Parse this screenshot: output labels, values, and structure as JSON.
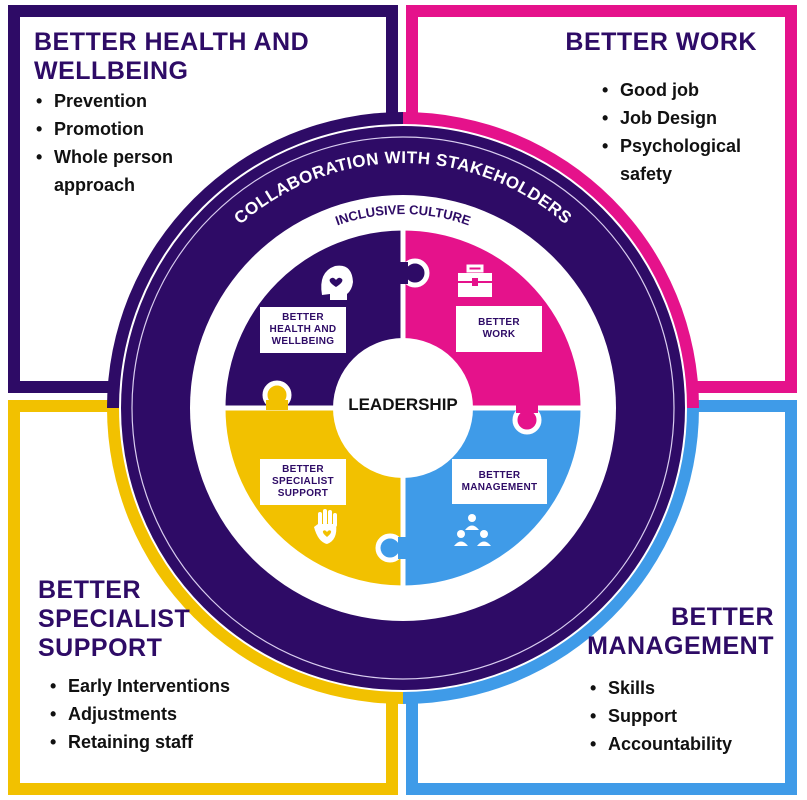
{
  "colors": {
    "purple": "#2e0b66",
    "pink": "#e5128b",
    "yellow": "#f2c100",
    "blue": "#3f9be8"
  },
  "corners": {
    "health": {
      "title_lines": [
        "BETTER HEALTH AND",
        "WELLBEING"
      ],
      "items": [
        "Prevention",
        "Promotion",
        "Whole person",
        "approach"
      ]
    },
    "work": {
      "title_lines": [
        "BETTER WORK"
      ],
      "items": [
        "Good job",
        "Job Design",
        "Psychological",
        "safety"
      ]
    },
    "specialist": {
      "title_lines": [
        "BETTER",
        "SPECIALIST",
        "SUPPORT"
      ],
      "items": [
        "Early Interventions",
        "Adjustments",
        "Retaining staff"
      ]
    },
    "management": {
      "title_lines": [
        "BETTER",
        "MANAGEMENT"
      ],
      "items": [
        "Skills",
        "Support",
        "Accountability"
      ]
    }
  },
  "rings": {
    "outer": "COLLABORATION WITH STAKEHOLDERS",
    "inner": "INCLUSIVE CULTURE"
  },
  "center": "LEADERSHIP",
  "pieces": {
    "health": {
      "lines": [
        "BETTER",
        "HEALTH AND",
        "WELLBEING"
      ],
      "icon": "head-heart-icon"
    },
    "work": {
      "lines": [
        "BETTER",
        "WORK"
      ],
      "icon": "briefcase-icon"
    },
    "specialist": {
      "lines": [
        "BETTER",
        "SPECIALIST",
        "SUPPORT"
      ],
      "icon": "hand-heart-icon"
    },
    "management": {
      "lines": [
        "BETTER",
        "MANAGEMENT"
      ],
      "icon": "team-icon"
    }
  }
}
